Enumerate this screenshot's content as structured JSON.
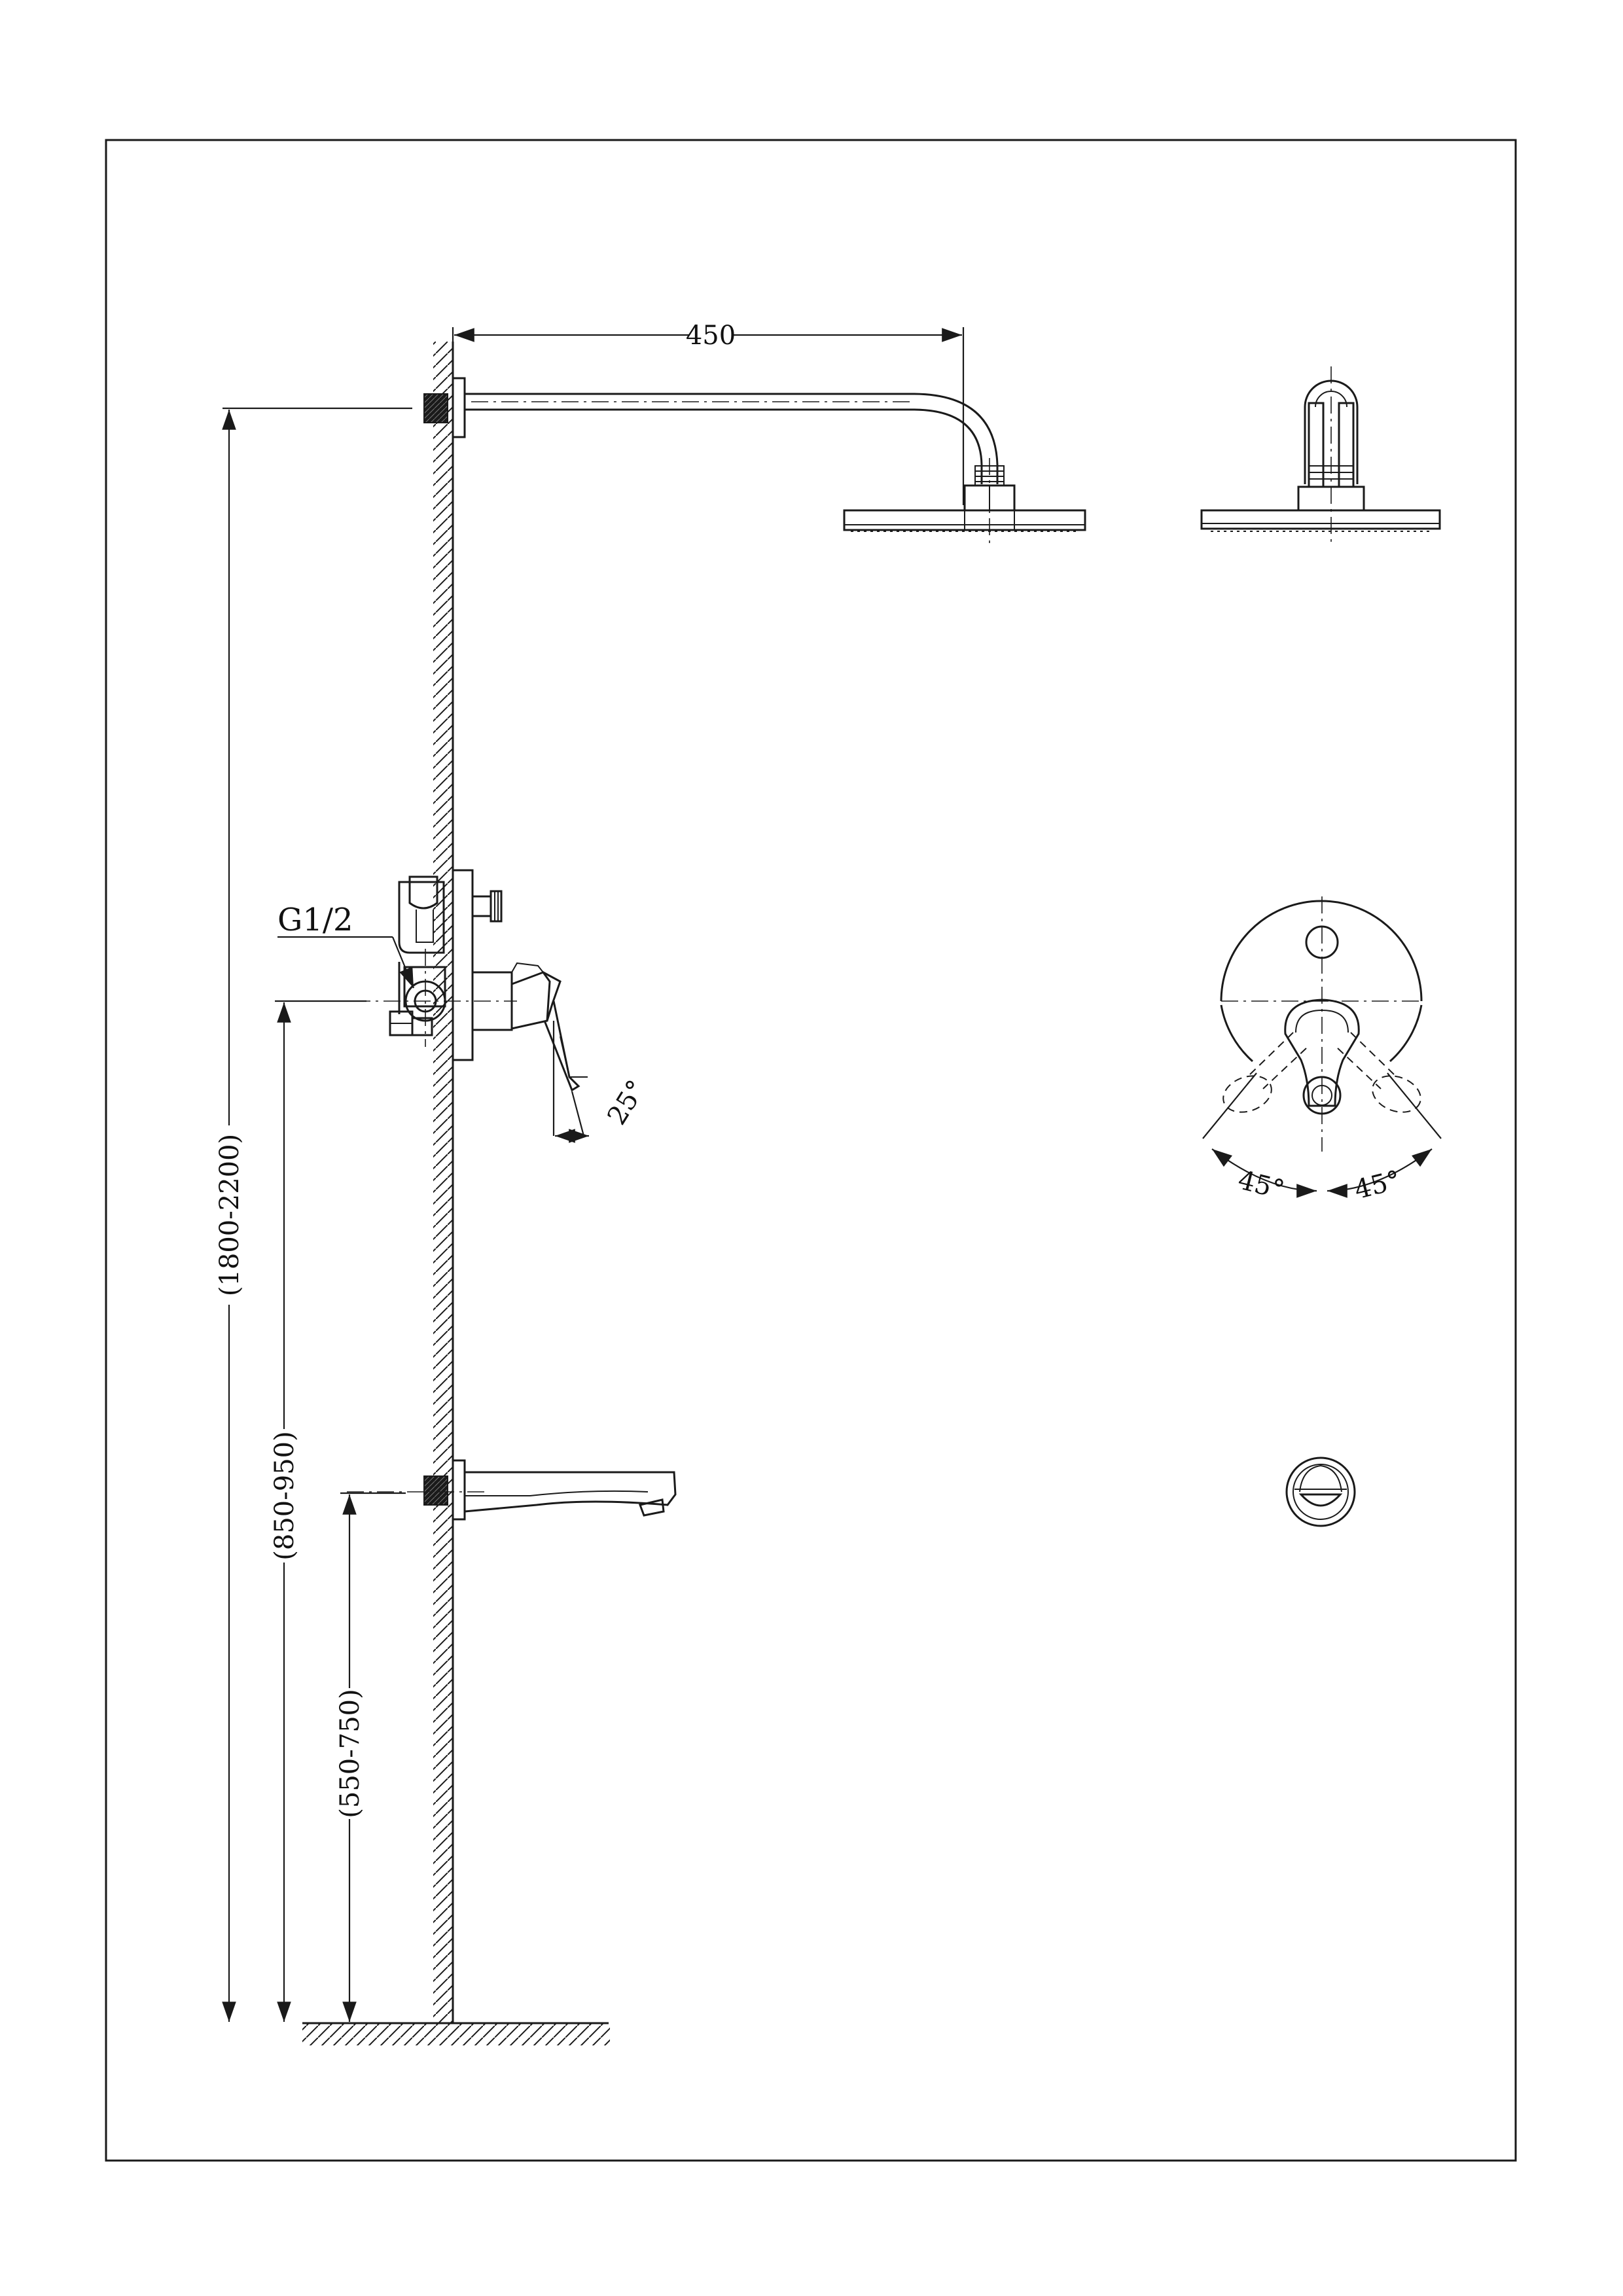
{
  "dimensions": {
    "arm_length": "450",
    "total_height": "(1800-2200)",
    "mixer_height": "(850-950)",
    "spout_height": "(550-750)"
  },
  "labels": {
    "connection_thread": "G1/2"
  },
  "angles": {
    "lever_tilt": "25°",
    "lever_left": "45°",
    "lever_right": "45°"
  }
}
